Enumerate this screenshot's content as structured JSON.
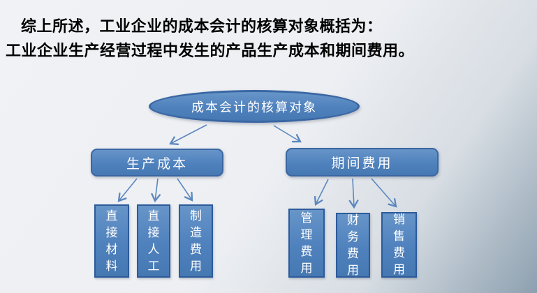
{
  "slide": {
    "intro_line1": "综上所述，工业企业的成本会计的核算对象概括为：",
    "intro_line2": "工业企业生产经营过程中发生的产品生产成本和期间费用。"
  },
  "diagram": {
    "root_label": "成本会计的核算对象",
    "branches": [
      {
        "label": "生产成本",
        "children": [
          {
            "label": "直接材料"
          },
          {
            "label": "直接人工"
          },
          {
            "label": "制造费用"
          }
        ]
      },
      {
        "label": "期间费用",
        "children": [
          {
            "label": "管理费用"
          },
          {
            "label": "财务费用"
          },
          {
            "label": "销售费用"
          }
        ]
      }
    ]
  },
  "colors": {
    "background_top_left": "#eef0f4",
    "background_bottom_right": "#8da0b0",
    "shape_fill": "#4f81bd",
    "shape_border": "#3a67a3",
    "arrow": "#5b87be",
    "shape_text": "#ffffff",
    "slide_text": "#000000"
  }
}
